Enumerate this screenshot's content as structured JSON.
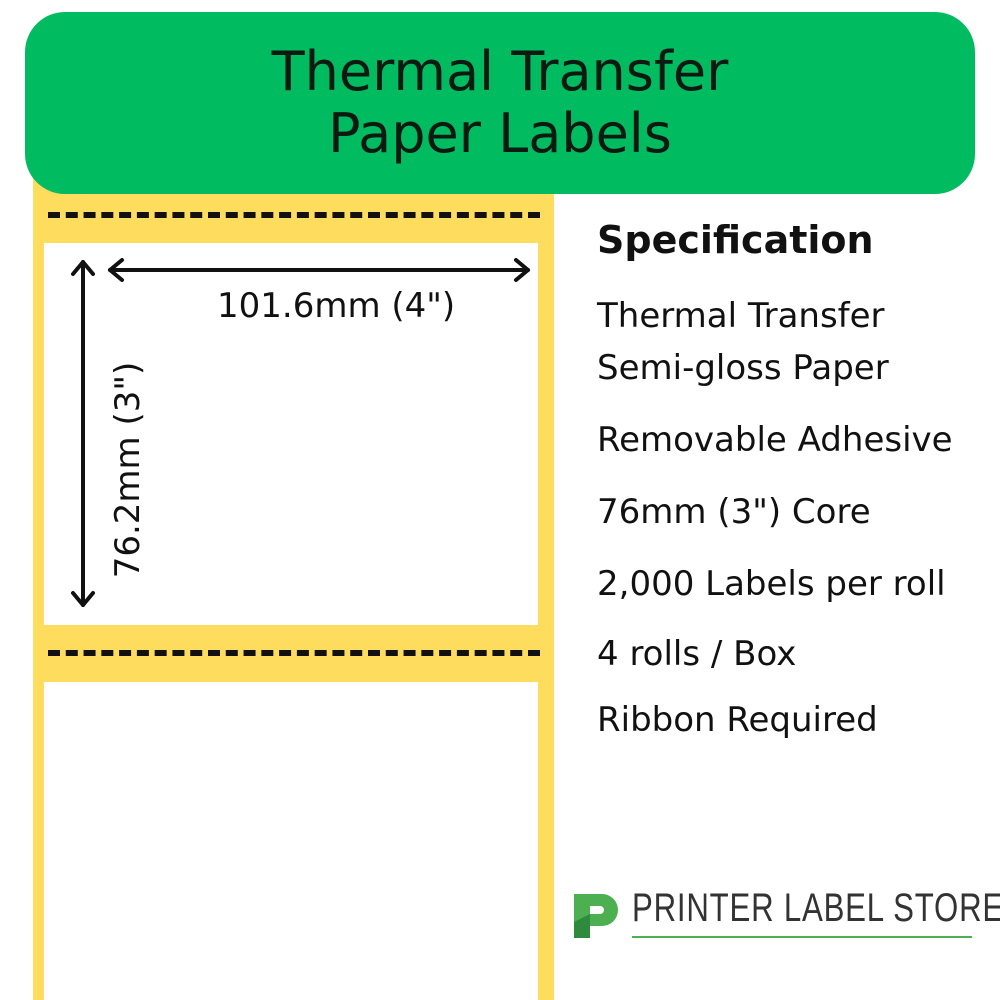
{
  "banner": {
    "line1": "Thermal Transfer",
    "line2": "Paper Labels"
  },
  "dimensions": {
    "width": "101.6mm (4\")",
    "height": "76.2mm (3\")"
  },
  "spec": {
    "title": "Specification",
    "items": [
      "Thermal Transfer",
      "Semi-gloss Paper",
      "Removable Adhesive",
      "76mm (3\") Core",
      "2,000 Labels per roll",
      "4 rolls / Box",
      "Ribbon Required"
    ]
  },
  "logo": {
    "text": "PRINTER LABEL STORE"
  },
  "colors": {
    "banner": "#00bb5f",
    "liner": "#fedd5e",
    "logo_green": "#4caf50"
  }
}
